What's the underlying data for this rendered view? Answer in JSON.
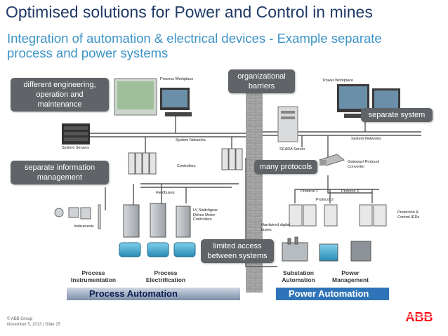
{
  "slide": {
    "title": "Optimised solutions for Power and Control in mines",
    "subtitle": "Integration of automation & electrical devices - Example separate process and power systems"
  },
  "callouts": {
    "different_engineering": "different engineering, operation and maintenance",
    "organizational_barriers": "organizational barriers",
    "separate_system": "separate system",
    "separate_information": "separate information management",
    "many_protocols": "many protocols",
    "limited_access": "limited access between systems"
  },
  "diagram_labels": {
    "process_workplace": "Process Workplace",
    "power_workplace": "Power Workplace",
    "system_servers": "System Servers",
    "system_networks_left": "System Networks",
    "system_networks_right": "System Networks",
    "scada_server": "SCADA Server",
    "controllers": "Controllers",
    "fieldbuses": "Fieldbuses",
    "instruments": "Instruments",
    "lv_switchgear": "LV Switchgear Drives Motor Controllers",
    "gateway": "Gateway/ Protocol Converter",
    "protocol_1": "Protocol 1",
    "protocol_2": "Protocol 2",
    "protocol_3": "Protocol 3",
    "protection_ieds": "Protection & Control IEDs",
    "hardwired": "Hardwired digital buses"
  },
  "bottom_labels": {
    "process_instrumentation": "Process Instrumentation",
    "process_electrification": "Process Electrification",
    "substation_automation": "Substation Automation",
    "power_management": "Power Management"
  },
  "bars": {
    "process_automation": "Process Automation",
    "power_automation": "Power Automation"
  },
  "footer": {
    "copyright": "© ABB Group",
    "date_slide": "November 5, 2013 | Slide 15"
  },
  "logo": {
    "text": "ABB",
    "color": "#ff000f"
  },
  "colors": {
    "title": "#1f3a66",
    "subtitle": "#3c93c7",
    "callout_bg": "#606468",
    "process_bar": "#7d8ea8",
    "power_bar": "#2f74b8",
    "wall": "#9a9a9a"
  }
}
